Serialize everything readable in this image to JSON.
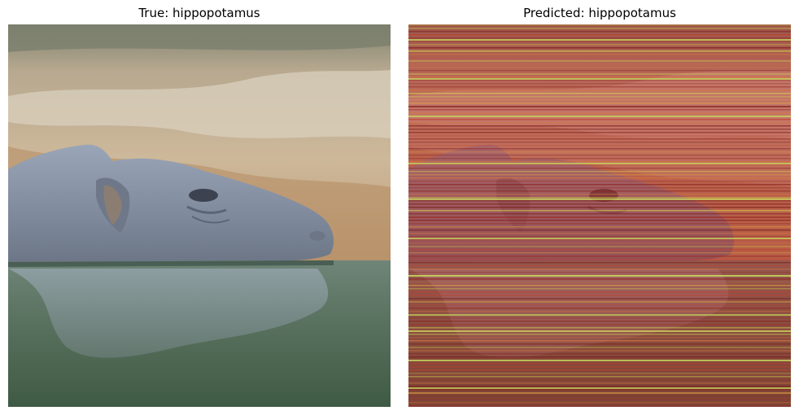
{
  "panels": [
    {
      "title": "True: hippopotamus",
      "image": "hippopotamus-head-resting-in-water-photo"
    },
    {
      "title": "Predicted: hippopotamus",
      "image": "hippopotamus-photo-with-red-saliency-stripes-overlay"
    }
  ],
  "colors": {
    "sand": "#c5ab88",
    "water": "#4f6a55",
    "hippo": "#8793a6",
    "overlay_red": "#b4322a",
    "stripe_yellow": "#d6d64a"
  }
}
